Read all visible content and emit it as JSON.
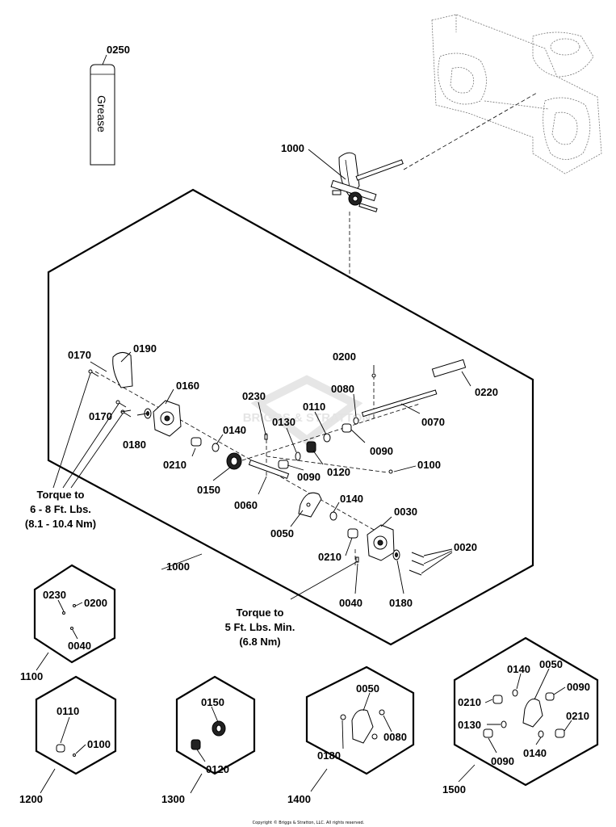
{
  "parts": {
    "p0250": "0250",
    "grease": "Grease",
    "p1000_top": "1000",
    "p1000_main": "1000",
    "p0170_a": "0170",
    "p0190": "0190",
    "p0170_b": "0170",
    "p0160": "0160",
    "p0180_a": "0180",
    "p0210_a": "0210",
    "p0140_a": "0140",
    "p0150": "0150",
    "p0230": "0230",
    "p0130": "0130",
    "p0110": "0110",
    "p0080": "0080",
    "p0200": "0200",
    "p0220": "0220",
    "p0070": "0070",
    "p0090_a": "0090",
    "p0120": "0120",
    "p0090_b": "0090",
    "p0100": "0100",
    "p0060": "0060",
    "p0050": "0050",
    "p0140_b": "0140",
    "p0030": "0030",
    "p0020": "0020",
    "p0210_b": "0210",
    "p0040": "0040",
    "p0180_b": "0180"
  },
  "notes": {
    "torque1_line1": "Torque to",
    "torque1_line2": "6 - 8 Ft. Lbs.",
    "torque1_line3": "(8.1 - 10.4 Nm)",
    "torque2_line1": "Torque to",
    "torque2_line2": "5 Ft. Lbs. Min.",
    "torque2_line3": "(6.8 Nm)"
  },
  "kits": {
    "k1100": {
      "id": "1100",
      "a": "0230",
      "b": "0200",
      "c": "0040"
    },
    "k1200": {
      "id": "1200",
      "a": "0110",
      "b": "0100"
    },
    "k1300": {
      "id": "1300",
      "a": "0150",
      "b": "0120"
    },
    "k1400": {
      "id": "1400",
      "a": "0050",
      "b": "0180",
      "c": "0080"
    },
    "k1500": {
      "id": "1500",
      "a": "0140",
      "b": "0050",
      "c": "0210",
      "d": "0090",
      "e": "0130",
      "f": "0210",
      "g": "0090",
      "h": "0140"
    }
  },
  "watermark": "BRIGGS & STRATTON",
  "copyright": "Copyright © Briggs & Stratton, LLC. All rights reserved."
}
